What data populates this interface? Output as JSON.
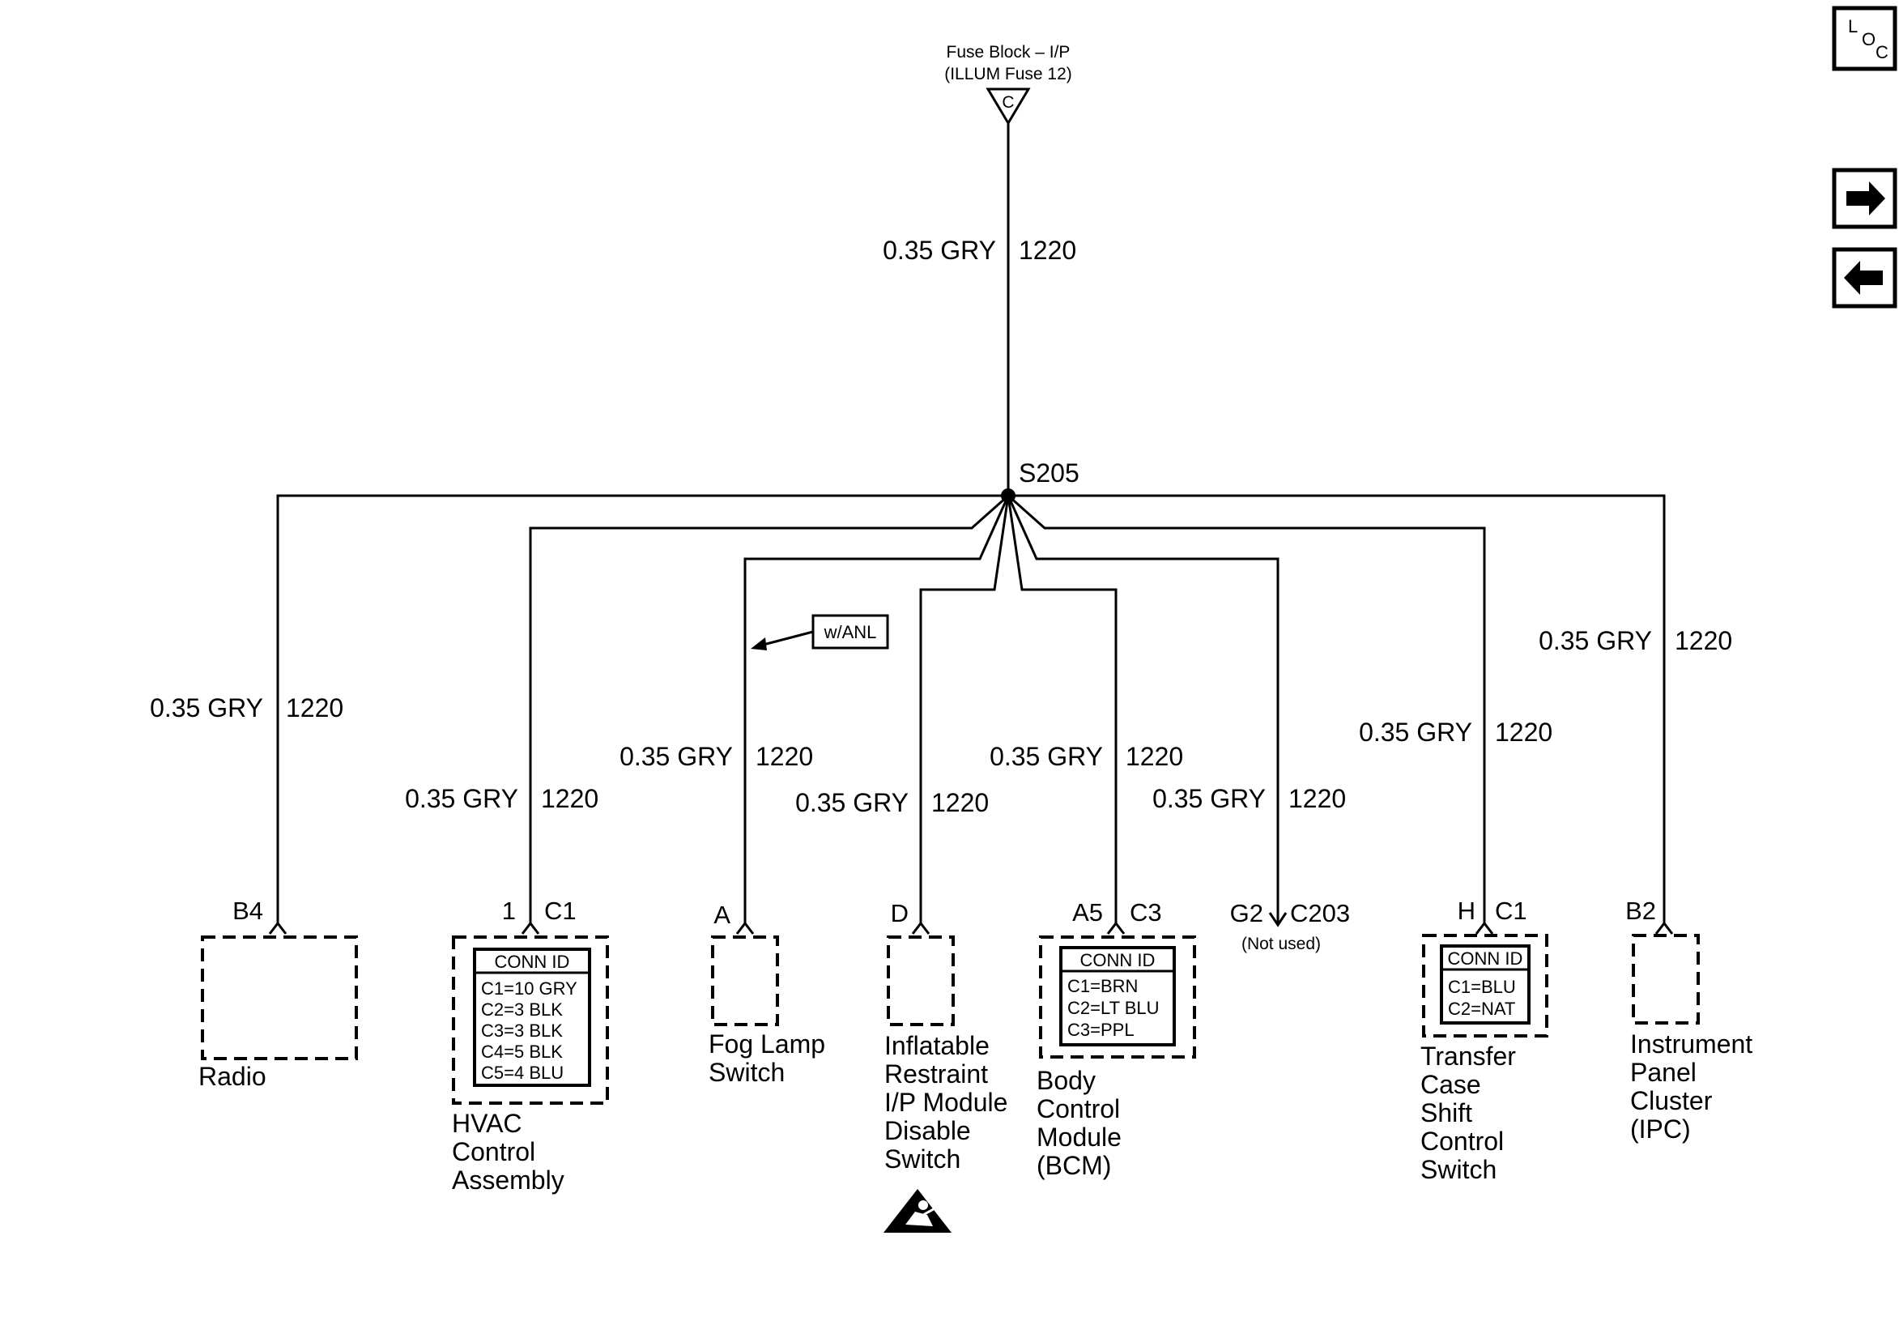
{
  "source": {
    "line1": "Fuse Block – I/P",
    "line2": "(ILLUM Fuse 12)",
    "terminal": "C",
    "wire_gauge_color": "0.35 GRY",
    "circuit": "1220"
  },
  "splice": {
    "label": "S205"
  },
  "option_flag": "w/ANL",
  "nav": {
    "loc_l": "L",
    "loc_o": "O",
    "loc_c": "C"
  },
  "branches": [
    {
      "id": "radio",
      "wire": "0.35 GRY",
      "circuit": "1220",
      "pin": "B4",
      "connector": "",
      "name_lines": [
        "Radio"
      ]
    },
    {
      "id": "hvac",
      "wire": "0.35 GRY",
      "circuit": "1220",
      "pin": "1",
      "connector": "C1",
      "name_lines": [
        "HVAC",
        "Control",
        "Assembly"
      ],
      "conn_id": {
        "title": "CONN ID",
        "rows": [
          "C1=10 GRY",
          "C2=3 BLK",
          "C3=3 BLK",
          "C4=5 BLK",
          "C5=4 BLU"
        ]
      }
    },
    {
      "id": "fog",
      "wire": "0.35 GRY",
      "circuit": "1220",
      "pin": "A",
      "connector": "",
      "name_lines": [
        "Fog Lamp",
        "Switch"
      ]
    },
    {
      "id": "inflatable",
      "wire": "0.35 GRY",
      "circuit": "1220",
      "pin": "D",
      "connector": "",
      "name_lines": [
        "Inflatable",
        "Restraint",
        "I/P Module",
        "Disable",
        "Switch"
      ]
    },
    {
      "id": "bcm",
      "wire": "0.35 GRY",
      "circuit": "1220",
      "pin": "A5",
      "connector": "C3",
      "name_lines": [
        "Body",
        "Control",
        "Module",
        "(BCM)"
      ],
      "conn_id": {
        "title": "CONN ID",
        "rows": [
          "C1=BRN",
          "C2=LT BLU",
          "C3=PPL"
        ]
      }
    },
    {
      "id": "c203",
      "wire": "0.35 GRY",
      "circuit": "1220",
      "pin": "G2",
      "connector": "C203",
      "note": "(Not used)"
    },
    {
      "id": "transfer",
      "wire": "0.35 GRY",
      "circuit": "1220",
      "pin": "H",
      "connector": "C1",
      "name_lines": [
        "Transfer",
        "Case",
        "Shift",
        "Control",
        "Switch"
      ],
      "conn_id": {
        "title": "CONN ID",
        "rows": [
          "C1=BLU",
          "C2=NAT"
        ]
      }
    },
    {
      "id": "ipc",
      "wire": "0.35 GRY",
      "circuit": "1220",
      "pin": "B2",
      "connector": "",
      "name_lines": [
        "Instrument",
        "Panel",
        "Cluster",
        "(IPC)"
      ]
    }
  ]
}
